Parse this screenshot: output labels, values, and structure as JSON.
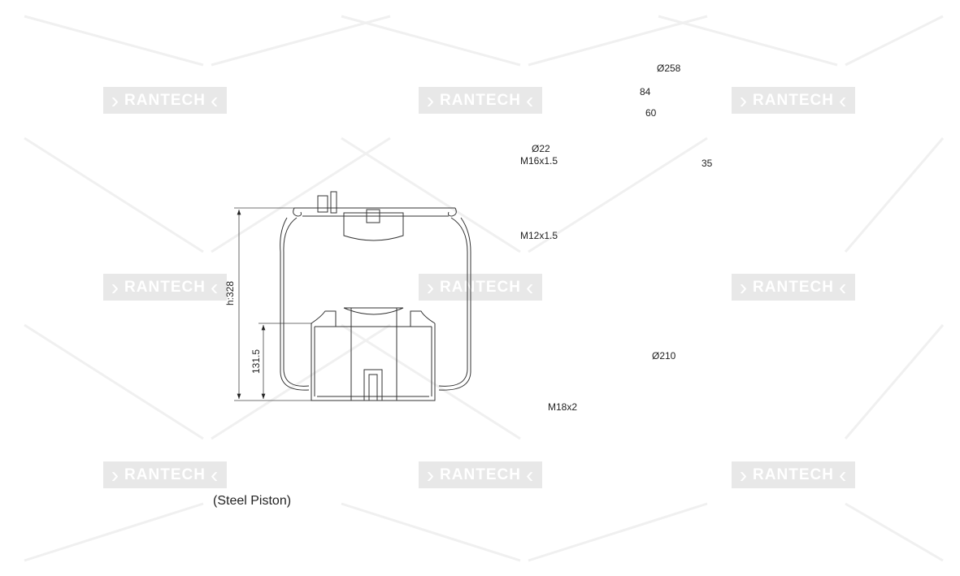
{
  "watermark": "RANTECH",
  "side_view": {
    "height_label": "h:328",
    "piston_height_label": "131.5",
    "caption": "(Steel Piston)"
  },
  "top_view": {
    "diameter_label": "Ø258",
    "dim_84": "84",
    "dim_60": "60",
    "dim_35": "35",
    "hole1_diameter": "Ø22",
    "hole1_thread": "M16x1.5",
    "hole2_thread": "M12x1.5"
  },
  "bottom_view": {
    "diameter_label": "Ø210",
    "thread_label": "M18x2"
  }
}
